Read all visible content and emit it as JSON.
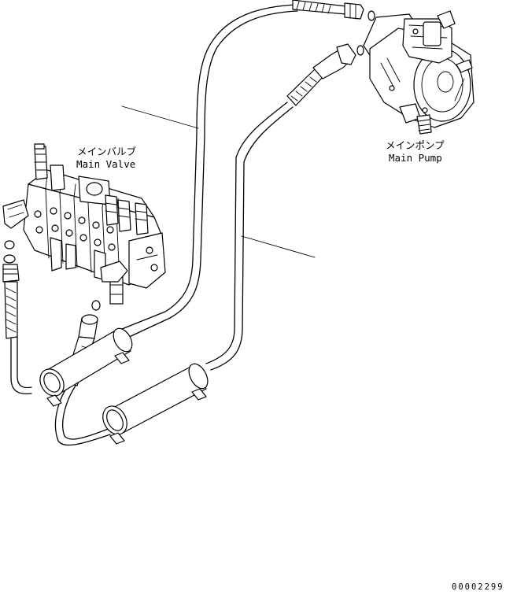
{
  "labels": {
    "main_valve_jp": "メインバルブ",
    "main_valve_en": "Main Valve",
    "main_pump_jp": "メインポンプ",
    "main_pump_en": "Main Pump"
  },
  "document_number": "00002299"
}
